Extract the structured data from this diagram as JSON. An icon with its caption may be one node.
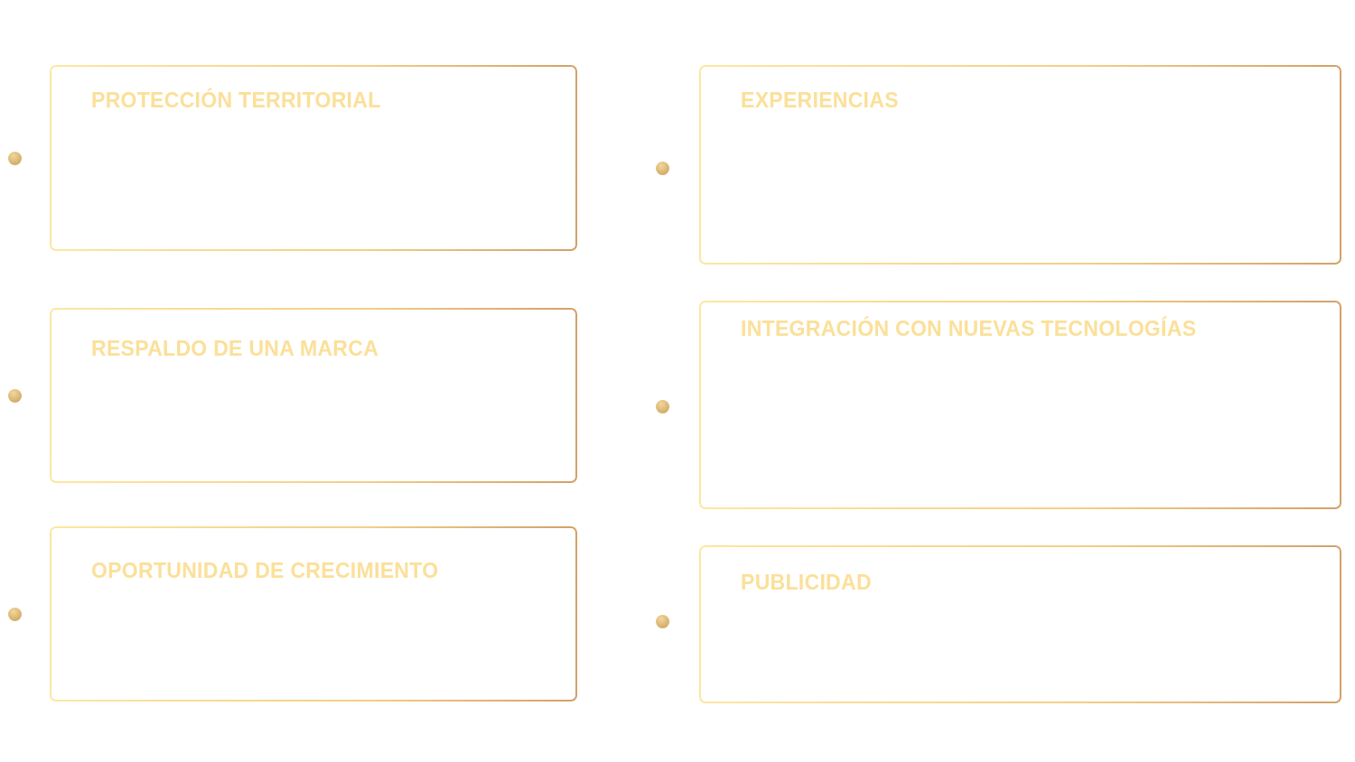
{
  "diagram": {
    "nodes": [
      {
        "text": [
          "PROTECCIÓN TERRITORIAL"
        ]
      },
      {
        "text": [
          "EXPERIENCIAS"
        ]
      },
      {
        "text": [
          "RESPALDO DE UNA MARCA"
        ]
      },
      {
        "text": [
          "INTEGRACIÓN CON NUEVAS TECNOLOGÍAS"
        ]
      },
      {
        "text": [
          "OPORTUNIDAD DE CRECIMIENTO"
        ]
      },
      {
        "text": [
          "PUBLICIDAD"
        ]
      }
    ]
  }
}
